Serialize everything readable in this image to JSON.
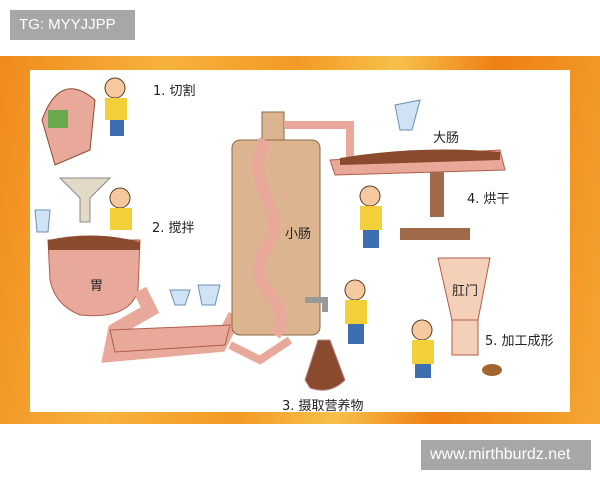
{
  "watermarks": {
    "top_left": "TG: MYYJJPP",
    "bottom_right": "www.mirthburdz.net"
  },
  "illustration": {
    "steps": {
      "cut": "1. 切割",
      "stir": "2. 搅拌",
      "absorb": "3. 摄取营养物",
      "dry": "4. 烘干",
      "shape": "5. 加工成形"
    },
    "organs": {
      "stomach": "胃",
      "small_intestine": "小肠",
      "large_intestine": "大肠",
      "anus": "肛门"
    }
  },
  "colors": {
    "band": "#f39a25",
    "organ": "#e9a99a",
    "content": "#8a4a2e",
    "tower": "#dcb48f"
  }
}
